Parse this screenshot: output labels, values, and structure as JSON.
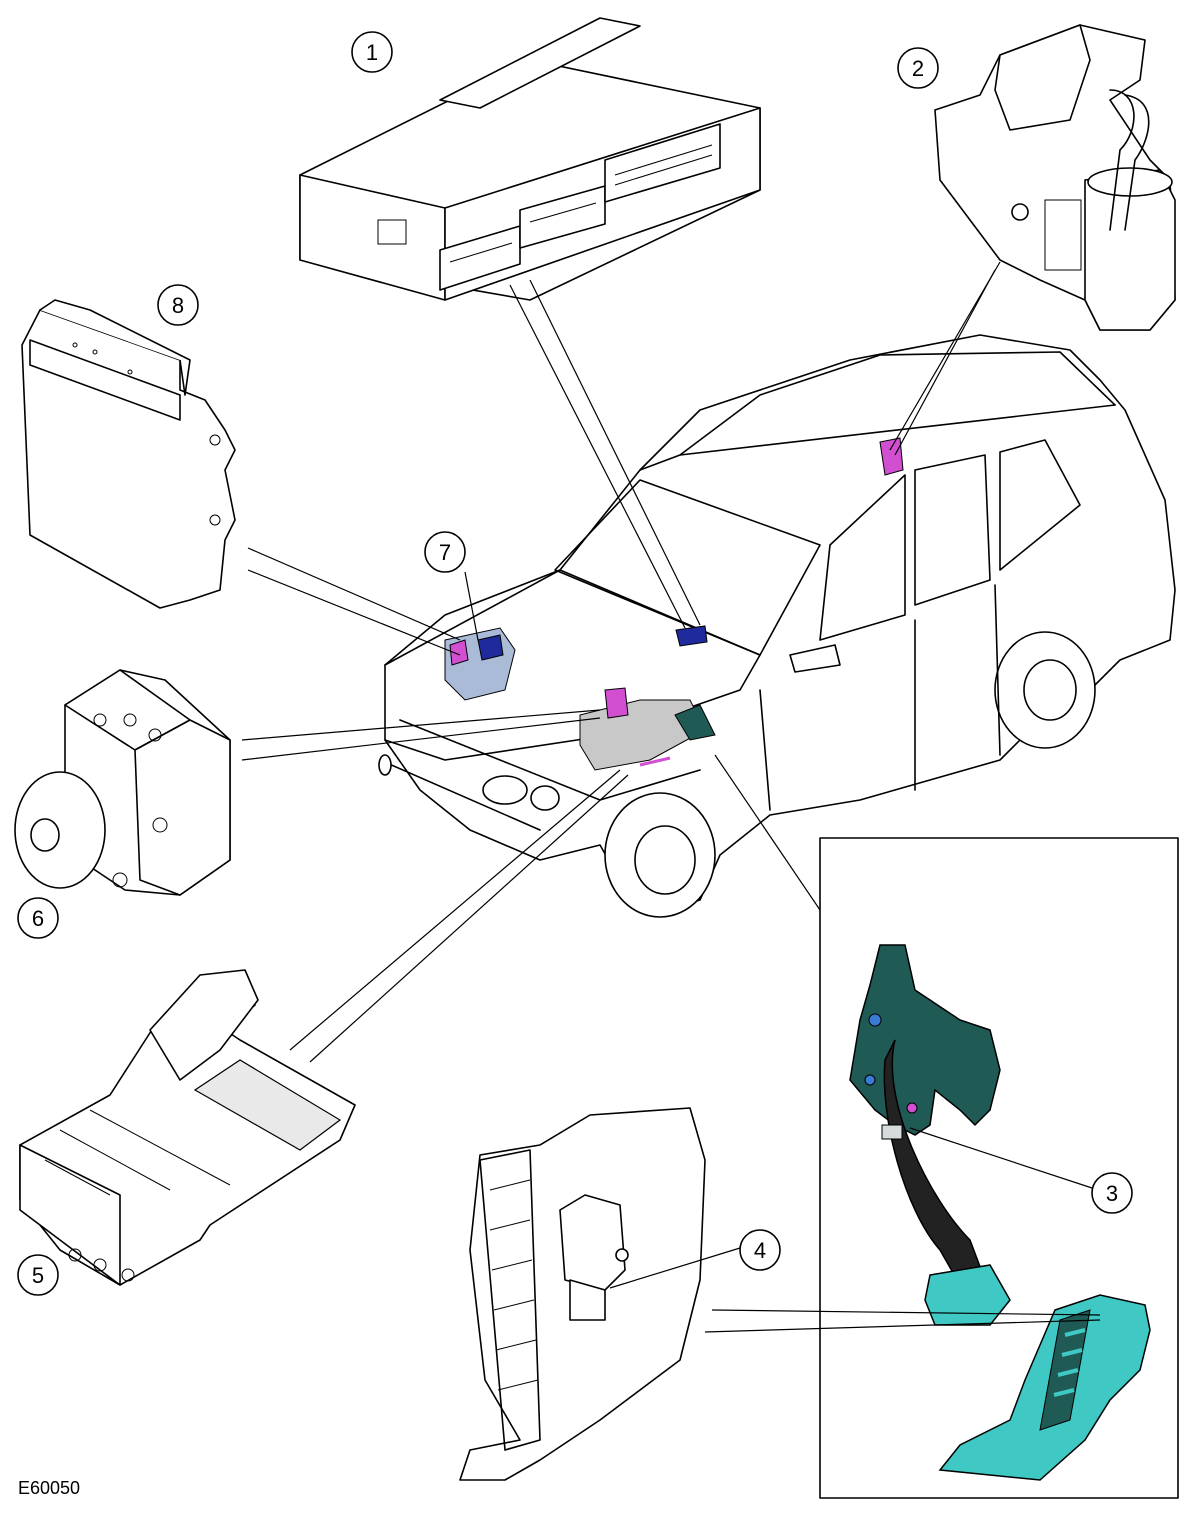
{
  "figure_code": "E60050",
  "callouts": [
    {
      "id": 1,
      "label": "1"
    },
    {
      "id": 2,
      "label": "2"
    },
    {
      "id": 3,
      "label": "3"
    },
    {
      "id": 4,
      "label": "4"
    },
    {
      "id": 5,
      "label": "5"
    },
    {
      "id": 6,
      "label": "6"
    },
    {
      "id": 7,
      "label": "7"
    },
    {
      "id": 8,
      "label": "8"
    }
  ],
  "colors": {
    "line": "#000000",
    "highlight_magenta": "#d24fd2",
    "highlight_blue": "#1f2a9c",
    "highlight_lightblue": "#aabbd8",
    "pedal_teal": "#1f5a55",
    "pedal_cyan": "#3fc8c4",
    "grey_fill": "#e9e9e9"
  }
}
